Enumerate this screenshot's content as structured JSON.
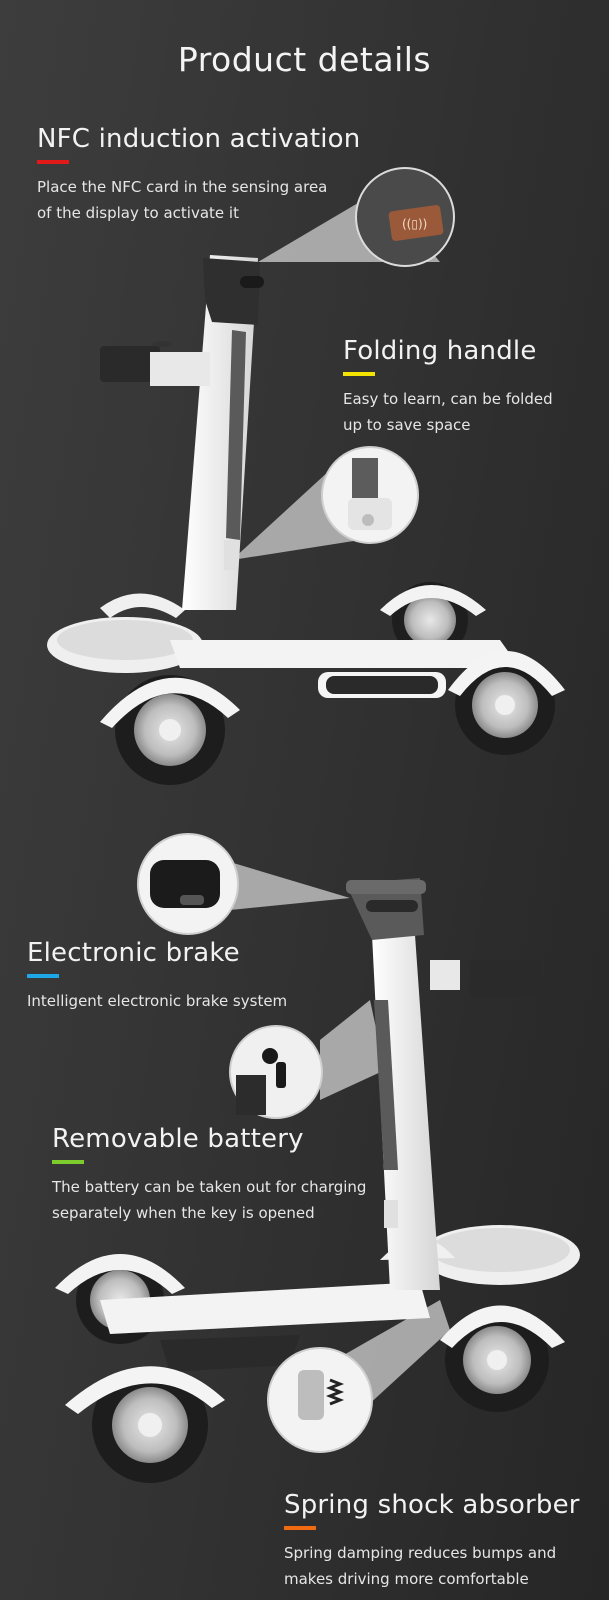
{
  "page": {
    "title": "Product details"
  },
  "features": [
    {
      "title": "NFC induction activation",
      "accent_color": "#e11919",
      "description_lines": [
        "Place the NFC card in the sensing area",
        "of the display to activate it"
      ],
      "image_icon": "nfc-card-icon"
    },
    {
      "title": "Folding handle",
      "accent_color": "#f2e400",
      "description_lines": [
        "Easy to learn, can be folded",
        "up to save space"
      ],
      "image_icon": "folding-latch-icon"
    },
    {
      "title": "Electronic brake",
      "accent_color": "#1ea7e8",
      "description_lines": [
        "Intelligent electronic brake system"
      ],
      "image_icon": "brake-lever-icon"
    },
    {
      "title": "Removable battery",
      "accent_color": "#7ccc2e",
      "description_lines": [
        "The battery can be taken out for charging",
        "separately when the key is opened"
      ],
      "image_icon": "battery-key-icon"
    },
    {
      "title": "Spring shock absorber",
      "accent_color": "#f06a12",
      "description_lines": [
        "Spring damping reduces bumps and",
        "makes driving more comfortable"
      ],
      "image_icon": "spring-shock-icon"
    }
  ],
  "colors": {
    "background_left": "#3d3d3d",
    "background_right": "#262626",
    "product_body": "#f2f2f2",
    "product_dark": "#2e2e2e"
  }
}
